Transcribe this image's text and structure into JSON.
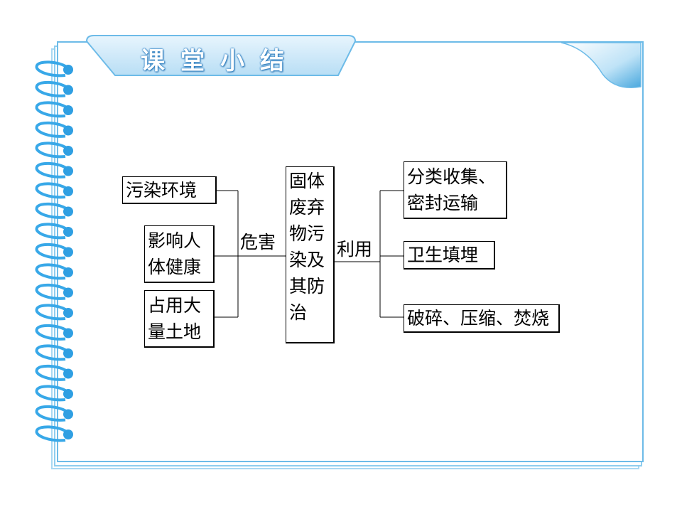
{
  "title": "课堂小结",
  "diagram": {
    "center": "固体废弃物污染及其防治",
    "left_label": "危害",
    "right_label": "利用",
    "left_items": [
      "污染环境",
      "影响人体健康",
      "占用大量土地"
    ],
    "right_items": [
      "分类收集、密封运输",
      "卫生填埋",
      "破碎、压缩、焚烧"
    ]
  },
  "colors": {
    "accent": "#6dbbe8",
    "title_blue": "#2a7fc4",
    "tab_fill": "#cfe8f8"
  }
}
